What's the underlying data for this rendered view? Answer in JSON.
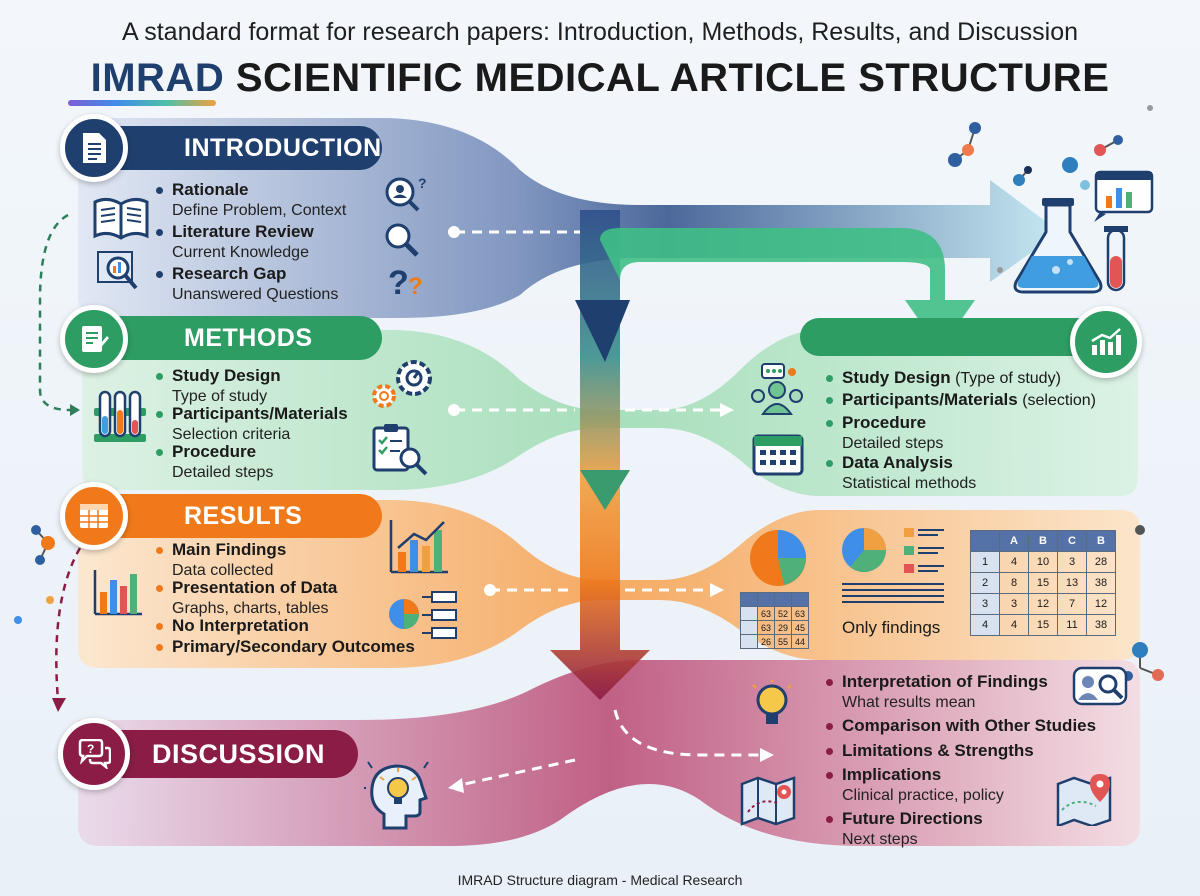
{
  "header": {
    "subtitle": "A standard format for research papers: Introduction, Methods, Results, and Discussion",
    "title_accent": "IMRAD",
    "title_rest": "SCIENTIFIC MEDICAL ARTICLE STRUCTURE"
  },
  "introduction": {
    "label": "INTRODUCTION",
    "items": [
      {
        "title": "Rationale",
        "desc": "Define Problem, Context"
      },
      {
        "title": "Literature Review",
        "desc": "Current Knowledge"
      },
      {
        "title": "Research Gap",
        "desc": "Unanswered Questions"
      }
    ]
  },
  "methods": {
    "label": "METHODS",
    "items": [
      {
        "title": "Study Design",
        "desc": "Type of study"
      },
      {
        "title": "Participants/Materials",
        "desc": "Selection criteria"
      },
      {
        "title": "Procedure",
        "desc": "Detailed steps"
      }
    ],
    "right_items": [
      {
        "title": "Study Design",
        "extra": " (Type of study)",
        "desc": ""
      },
      {
        "title": "Participants/Materials",
        "extra": " (selection)",
        "desc": ""
      },
      {
        "title": "Procedure",
        "extra": "",
        "desc": "Detailed steps"
      },
      {
        "title": "Data Analysis",
        "extra": "",
        "desc": "Statistical methods"
      }
    ]
  },
  "results": {
    "label": "RESULTS",
    "items": [
      {
        "title": "Main Findings",
        "desc": "Data collected"
      },
      {
        "title": "Presentation of Data",
        "desc": "Graphs, charts, tables"
      },
      {
        "title": "No Interpretation",
        "desc": ""
      },
      {
        "title": "Primary/Secondary Outcomes",
        "desc": ""
      }
    ],
    "only_findings": "Only findings",
    "small_table": [
      [
        "",
        "",
        "",
        ""
      ],
      [
        "",
        "63",
        "52",
        "63"
      ],
      [
        "",
        "63",
        "29",
        "45"
      ],
      [
        "",
        "26",
        "55",
        "44"
      ]
    ],
    "table": [
      [
        "",
        "A",
        "B",
        "C",
        "B"
      ],
      [
        "1",
        "4",
        "10",
        "3",
        "28"
      ],
      [
        "2",
        "8",
        "15",
        "13",
        "38"
      ],
      [
        "3",
        "3",
        "12",
        "7",
        "12"
      ],
      [
        "4",
        "4",
        "15",
        "11",
        "38"
      ]
    ]
  },
  "discussion": {
    "label": "DISCUSSION",
    "items": [
      {
        "title": "Interpretation of Findings",
        "desc": "What results mean"
      },
      {
        "title": "Comparison with Other Studies",
        "desc": ""
      },
      {
        "title": "Limitations & Strengths",
        "desc": ""
      },
      {
        "title": "Implications",
        "desc": "Clinical practice, policy"
      },
      {
        "title": "Future Directions",
        "desc": "Next steps"
      }
    ]
  },
  "colors": {
    "introduction": "#1f3f6e",
    "methods": "#2e9d63",
    "results": "#f07a1a",
    "discussion": "#8a1c45"
  },
  "footer": "IMRAD Structure diagram - Medical Research"
}
